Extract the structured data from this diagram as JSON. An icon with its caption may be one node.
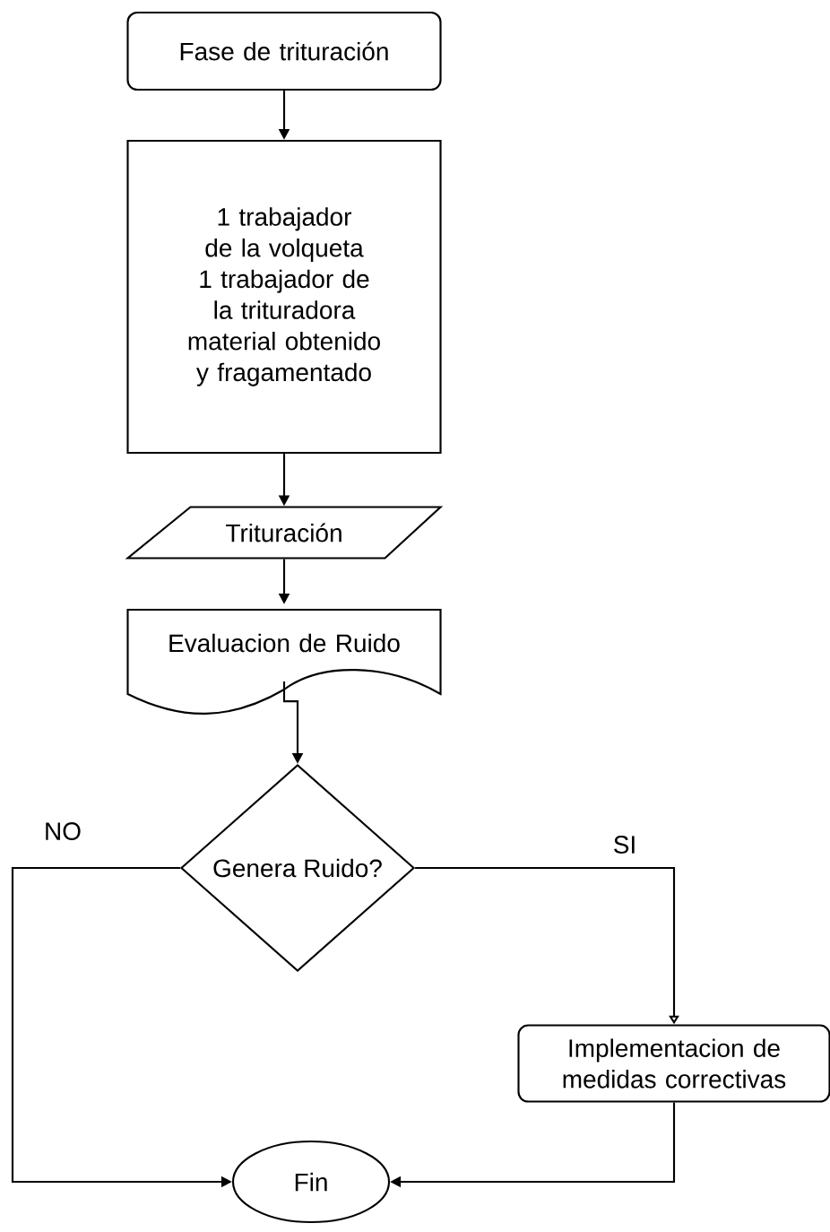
{
  "diagram": {
    "nodes": [
      {
        "text": [
          "Fase de trituración"
        ]
      },
      {
        "text": [
          "1 trabajador de la volqueta",
          "1 trabajador de la trituradora",
          "material obtenido y fragamentado"
        ]
      },
      {
        "text": [
          "Trituración"
        ]
      },
      {
        "text": [
          "Evaluacion de Ruido"
        ]
      },
      {
        "text": [
          "Genera Ruido?"
        ]
      },
      {
        "text": [
          "Implementacion de medidas correctivas"
        ]
      },
      {
        "text": [
          "Fin"
        ]
      }
    ],
    "edges": [
      {
        "from": 0,
        "to": 1,
        "arrow": "to"
      },
      {
        "from": 1,
        "to": 2,
        "arrow": "to"
      },
      {
        "from": 2,
        "to": 3,
        "arrow": "to"
      },
      {
        "from": 3,
        "to": 4,
        "arrow": "to"
      },
      {
        "from": 4,
        "to": 6,
        "arrow": "to",
        "label": "NO"
      },
      {
        "from": 4,
        "to": 5,
        "arrow": "to",
        "label": "SI"
      },
      {
        "from": 5,
        "to": 6,
        "arrow": "to"
      }
    ]
  }
}
